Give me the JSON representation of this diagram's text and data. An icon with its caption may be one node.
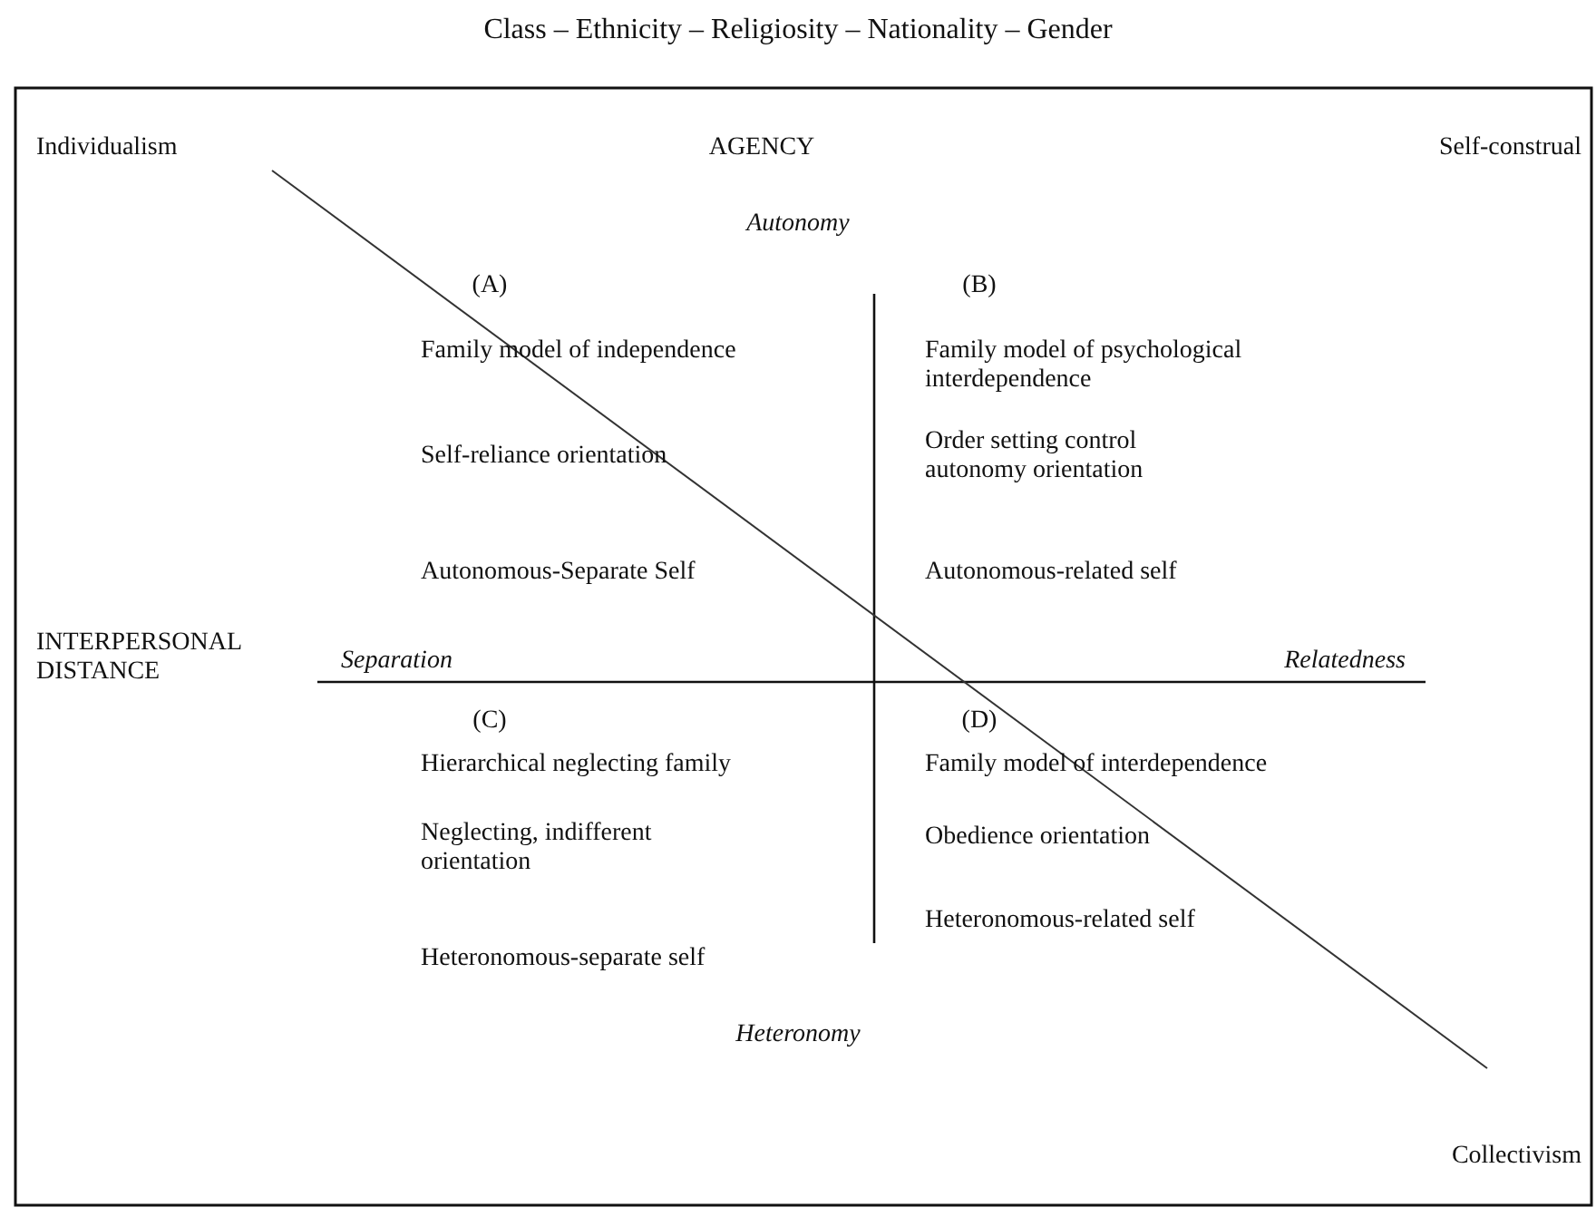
{
  "diagram": {
    "title": "Class – Ethnicity – Religiosity – Nationality – Gender",
    "labels": [
      "Individualism",
      "AGENCY",
      "Self-construal",
      "Autonomy",
      "(A)",
      "Family model of independence",
      "(B)",
      "Family model of psychological interdependence",
      "Self-reliance orientation",
      "Order setting control autonomy orientation",
      "Autonomous-Separate Self",
      "Autonomous-related self",
      "INTERPERSONAL DISTANCE",
      "Separation",
      "Relatedness",
      "(C)",
      "Hierarchical neglecting family",
      "(D)",
      "Family model of interdependence",
      "Neglecting, indifferent orientation",
      "Obedience orientation",
      "Heteronomous-related self",
      "Heteronomous-separate self",
      "Heteronomy",
      "Collectivism"
    ]
  }
}
